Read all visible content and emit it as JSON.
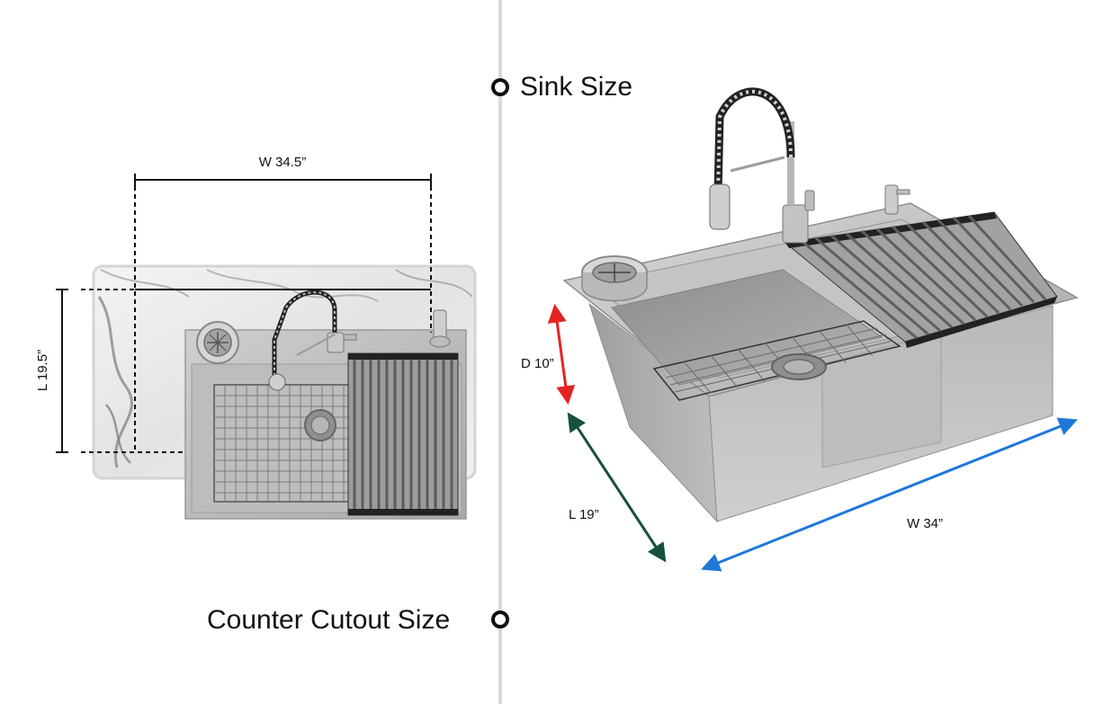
{
  "headings": {
    "sink_size": "Sink Size",
    "counter_cutout_size": "Counter Cutout Size"
  },
  "counter_cutout": {
    "width_label": "W 34.5”",
    "length_label": "L 19.5”"
  },
  "sink": {
    "depth_label": "D 10”",
    "length_label": "L 19”",
    "width_label": "W 34”"
  },
  "colors": {
    "depth_arrow": "#e52421",
    "length_arrow": "#16503f",
    "width_arrow": "#1f78d8",
    "divider": "#d9d9d9",
    "steel": "#a9a9a9"
  },
  "icons": [
    "timeline-node-icon",
    "timeline-node-icon",
    "faucet-icon",
    "roll-up-rack-icon",
    "bottom-grid-icon",
    "drain-icon",
    "cup-rinser-icon",
    "soap-dispenser-icon",
    "marble-countertop"
  ]
}
